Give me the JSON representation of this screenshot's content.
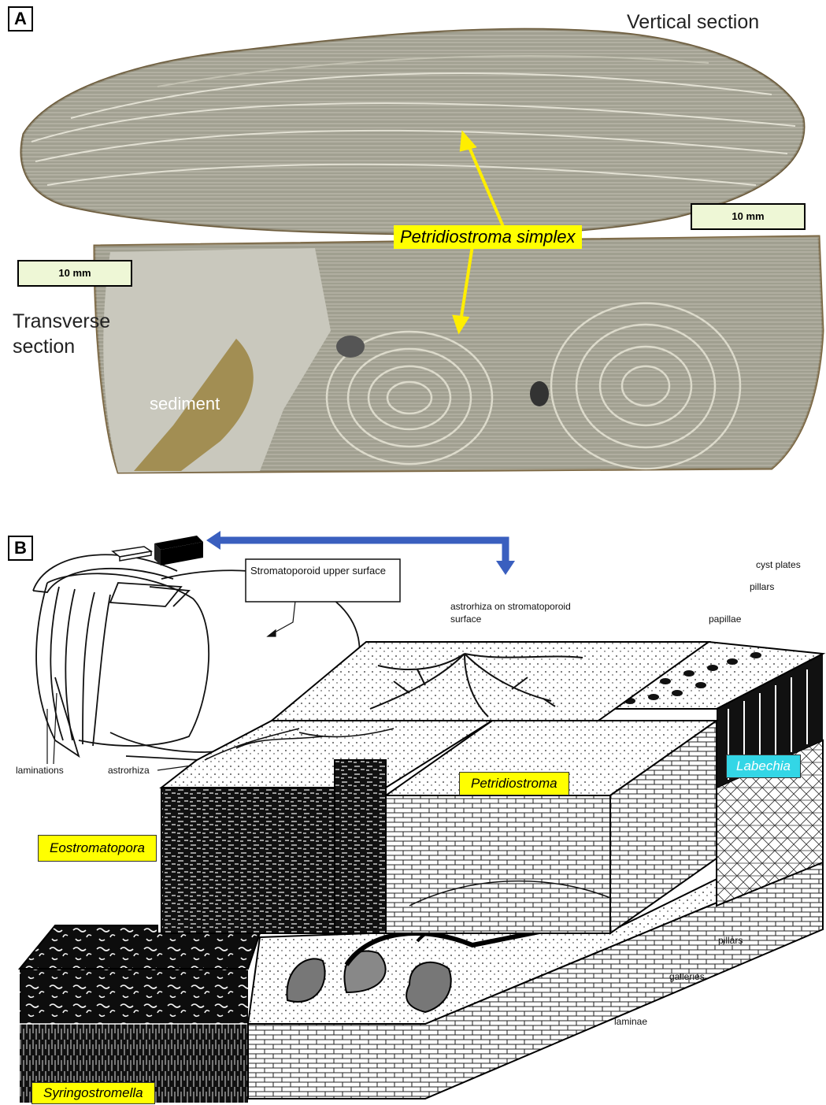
{
  "panel_a": {
    "letter": "A",
    "vertical_label": "Vertical section",
    "transverse_label": "Transverse\nsection",
    "species_label": "Petridiostroma simplex",
    "scale_top": "10 mm",
    "scale_left": "10 mm",
    "sediment_label": "sediment"
  },
  "panel_b": {
    "letter": "B",
    "callout": "Stromatoporoid upper surface",
    "laminations": "laminations",
    "astrorhiza": "astrorhiza",
    "astrorhiza_surface": "astrorhiza on stromatoporoid surface",
    "papillae": "papillae",
    "pillars_top": "pillars",
    "cyst_plates": "cyst plates",
    "pillars_bottom": "pillars",
    "galleries": "galleries",
    "laminae": "laminae",
    "genera": {
      "eostromatopora": "Eostromatopora",
      "petridiostroma": "Petridiostroma",
      "labechia": "Labechia",
      "syringostromella": "Syringostromella"
    }
  },
  "colors": {
    "arrow_yellow": "#ffee00",
    "arrow_blue": "#3a5fbf",
    "label_yellow": "#ffff00",
    "label_cyan": "#33d6e6"
  }
}
